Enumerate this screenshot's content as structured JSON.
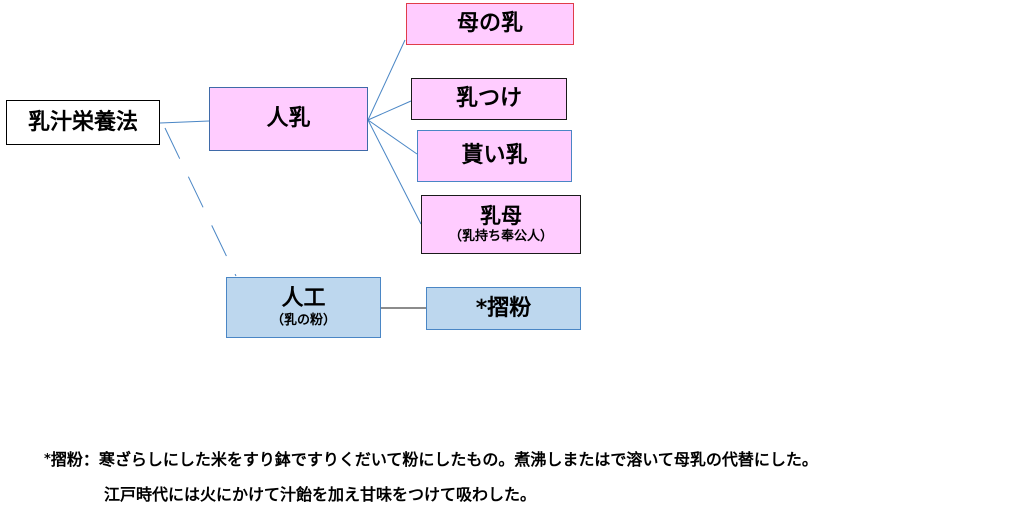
{
  "nodes": {
    "root": {
      "label": "乳汁栄養法"
    },
    "human": {
      "label": "人乳"
    },
    "hahanochi": {
      "label": "母の乳"
    },
    "chitsuke": {
      "label": "乳つけ"
    },
    "moraichi": {
      "label": "貰い乳"
    },
    "menoto": {
      "label": "乳母",
      "sub": "（乳持ち奉公人）"
    },
    "artificial": {
      "label": "人工",
      "sub": "（乳の粉）"
    },
    "surifun": {
      "label": "*摺粉"
    }
  },
  "colors": {
    "pink_fill": "#ffccff",
    "blue_fill": "#bdd7ee",
    "connector": "#4a86c5"
  },
  "footnote": {
    "marker": "*",
    "line1": "摺粉：寒ざらしにした米をすり鉢ですりくだいて粉にしたもの。煮沸しまたはで溶いて母乳の代替にした。",
    "line2": "江戸時代には火にかけて汁飴を加え甘味をつけて吸わした。"
  }
}
